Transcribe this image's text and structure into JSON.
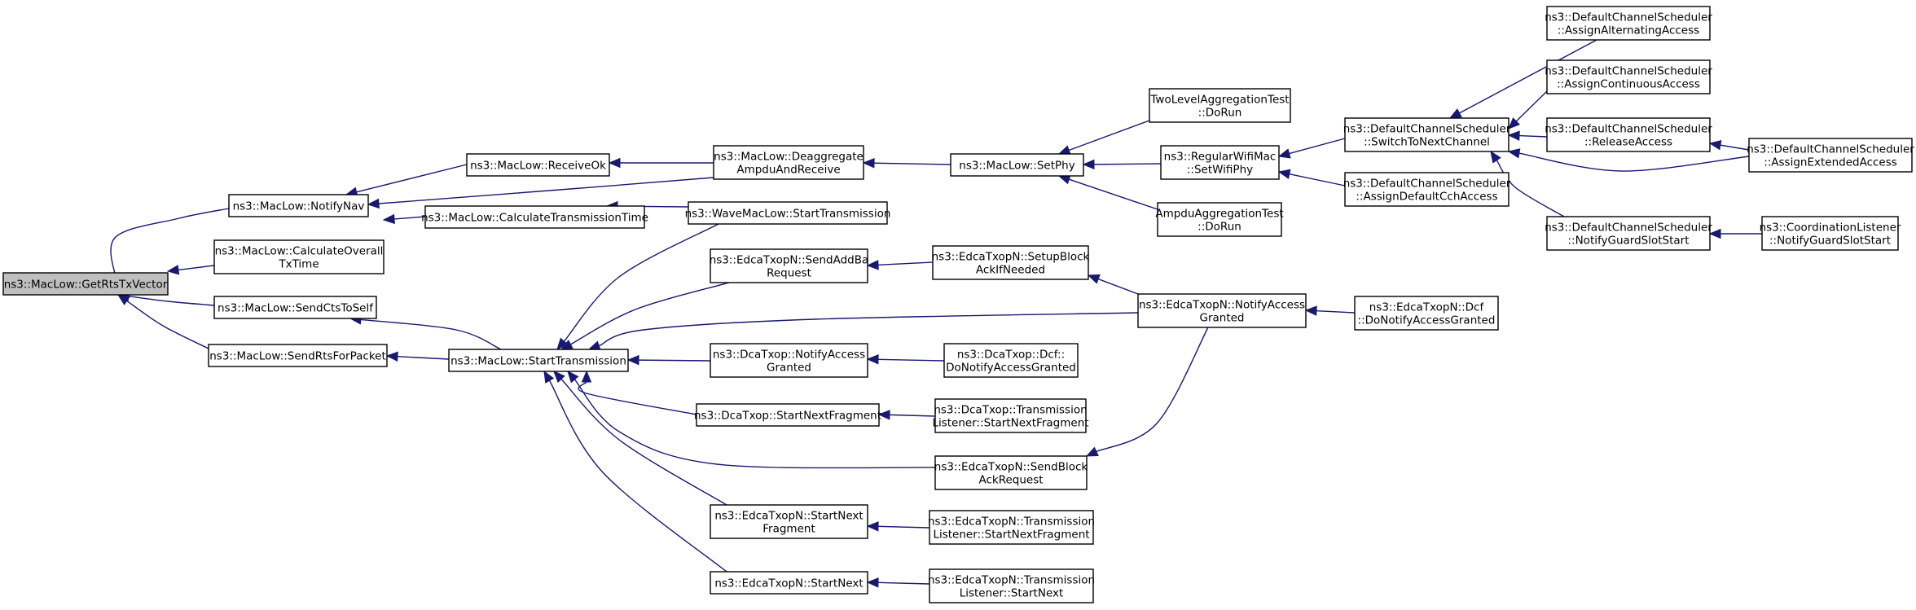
{
  "diagram": {
    "nodes": [
      {
        "id": "n0",
        "lines": [
          "ns3::MacLow::GetRtsTxVector"
        ],
        "root": true
      },
      {
        "id": "n1",
        "lines": [
          "ns3::MacLow::NotifyNav"
        ]
      },
      {
        "id": "n2",
        "lines": [
          "ns3::MacLow::CalculateOverall",
          "TxTime"
        ]
      },
      {
        "id": "n3",
        "lines": [
          "ns3::MacLow::SendCtsToSelf"
        ]
      },
      {
        "id": "n4",
        "lines": [
          "ns3::MacLow::SendRtsForPacket"
        ]
      },
      {
        "id": "n5",
        "lines": [
          "ns3::MacLow::ReceiveOk"
        ]
      },
      {
        "id": "n6",
        "lines": [
          "ns3::MacLow::Deaggregate",
          "AmpduAndReceive"
        ]
      },
      {
        "id": "n7",
        "lines": [
          "ns3::MacLow::CalculateTransmissionTime"
        ]
      },
      {
        "id": "n8",
        "lines": [
          "ns3::MacLow::StartTransmission"
        ]
      },
      {
        "id": "n9",
        "lines": [
          "ns3::WaveMacLow::StartTransmission"
        ]
      },
      {
        "id": "n10",
        "lines": [
          "ns3::EdcaTxopN::SendAddBa",
          "Request"
        ]
      },
      {
        "id": "n11",
        "lines": [
          "ns3::DcaTxop::NotifyAccess",
          "Granted"
        ]
      },
      {
        "id": "n12",
        "lines": [
          "ns3::DcaTxop::StartNextFragment"
        ]
      },
      {
        "id": "n13",
        "lines": [
          "ns3::EdcaTxopN::StartNext",
          "Fragment"
        ]
      },
      {
        "id": "n14",
        "lines": [
          "ns3::EdcaTxopN::StartNext"
        ]
      },
      {
        "id": "n15",
        "lines": [
          "ns3::MacLow::SetPhy"
        ]
      },
      {
        "id": "n16",
        "lines": [
          "ns3::EdcaTxopN::SetupBlock",
          "AckIfNeeded"
        ]
      },
      {
        "id": "n17",
        "lines": [
          "ns3::DcaTxop::Dcf::",
          "DoNotifyAccessGranted"
        ]
      },
      {
        "id": "n18",
        "lines": [
          "ns3::DcaTxop::Transmission",
          "Listener::StartNextFragment"
        ]
      },
      {
        "id": "n19",
        "lines": [
          "ns3::EdcaTxopN::SendBlock",
          "AckRequest"
        ]
      },
      {
        "id": "n20",
        "lines": [
          "ns3::EdcaTxopN::Transmission",
          "Listener::StartNextFragment"
        ]
      },
      {
        "id": "n21",
        "lines": [
          "ns3::EdcaTxopN::Transmission",
          "Listener::StartNext"
        ]
      },
      {
        "id": "n22",
        "lines": [
          "TwoLevelAggregationTest",
          "::DoRun"
        ]
      },
      {
        "id": "n23",
        "lines": [
          "ns3::RegularWifiMac",
          "::SetWifiPhy"
        ]
      },
      {
        "id": "n24",
        "lines": [
          "AmpduAggregationTest",
          "::DoRun"
        ]
      },
      {
        "id": "n25",
        "lines": [
          "ns3::EdcaTxopN::NotifyAccess",
          "Granted"
        ]
      },
      {
        "id": "n26",
        "lines": [
          "ns3::DefaultChannelScheduler",
          "::SwitchToNextChannel"
        ]
      },
      {
        "id": "n27",
        "lines": [
          "ns3::DefaultChannelScheduler",
          "::AssignDefaultCchAccess"
        ]
      },
      {
        "id": "n28",
        "lines": [
          "ns3::EdcaTxopN::Dcf",
          "::DoNotifyAccessGranted"
        ]
      },
      {
        "id": "n29",
        "lines": [
          "ns3::DefaultChannelScheduler",
          "::AssignAlternatingAccess"
        ]
      },
      {
        "id": "n30",
        "lines": [
          "ns3::DefaultChannelScheduler",
          "::AssignContinuousAccess"
        ]
      },
      {
        "id": "n31",
        "lines": [
          "ns3::DefaultChannelScheduler",
          "::ReleaseAccess"
        ]
      },
      {
        "id": "n32",
        "lines": [
          "ns3::DefaultChannelScheduler",
          "::NotifyGuardSlotStart"
        ]
      },
      {
        "id": "n33",
        "lines": [
          "ns3::DefaultChannelScheduler",
          "::AssignExtendedAccess"
        ]
      },
      {
        "id": "n34",
        "lines": [
          "ns3::CoordinationListener",
          "::NotifyGuardSlotStart"
        ]
      }
    ],
    "edges": [
      {
        "from": "n1",
        "to": "n0"
      },
      {
        "from": "n2",
        "to": "n0"
      },
      {
        "from": "n3",
        "to": "n0"
      },
      {
        "from": "n4",
        "to": "n0"
      },
      {
        "from": "n5",
        "to": "n1"
      },
      {
        "from": "n6",
        "to": "n1"
      },
      {
        "from": "n7",
        "to": "n2"
      },
      {
        "from": "n8",
        "to": "n3"
      },
      {
        "from": "n8",
        "to": "n4"
      },
      {
        "from": "n6",
        "to": "n5"
      },
      {
        "from": "n9",
        "to": "n7"
      },
      {
        "from": "n15",
        "to": "n6"
      },
      {
        "from": "n9",
        "to": "n8"
      },
      {
        "from": "n10",
        "to": "n8"
      },
      {
        "from": "n25",
        "to": "n8"
      },
      {
        "from": "n11",
        "to": "n8"
      },
      {
        "from": "n12",
        "to": "n8"
      },
      {
        "from": "n19",
        "to": "n8"
      },
      {
        "from": "n13",
        "to": "n8"
      },
      {
        "from": "n14",
        "to": "n8"
      },
      {
        "from": "n16",
        "to": "n10"
      },
      {
        "from": "n17",
        "to": "n11"
      },
      {
        "from": "n18",
        "to": "n12"
      },
      {
        "from": "n20",
        "to": "n13"
      },
      {
        "from": "n21",
        "to": "n14"
      },
      {
        "from": "n22",
        "to": "n15"
      },
      {
        "from": "n23",
        "to": "n15"
      },
      {
        "from": "n24",
        "to": "n15"
      },
      {
        "from": "n25",
        "to": "n16"
      },
      {
        "from": "n25",
        "to": "n19"
      },
      {
        "from": "n26",
        "to": "n23"
      },
      {
        "from": "n27",
        "to": "n23"
      },
      {
        "from": "n28",
        "to": "n25"
      },
      {
        "from": "n29",
        "to": "n26"
      },
      {
        "from": "n30",
        "to": "n26"
      },
      {
        "from": "n31",
        "to": "n26"
      },
      {
        "from": "n33",
        "to": "n26"
      },
      {
        "from": "n32",
        "to": "n26"
      },
      {
        "from": "n33",
        "to": "n31"
      },
      {
        "from": "n34",
        "to": "n32"
      }
    ]
  }
}
